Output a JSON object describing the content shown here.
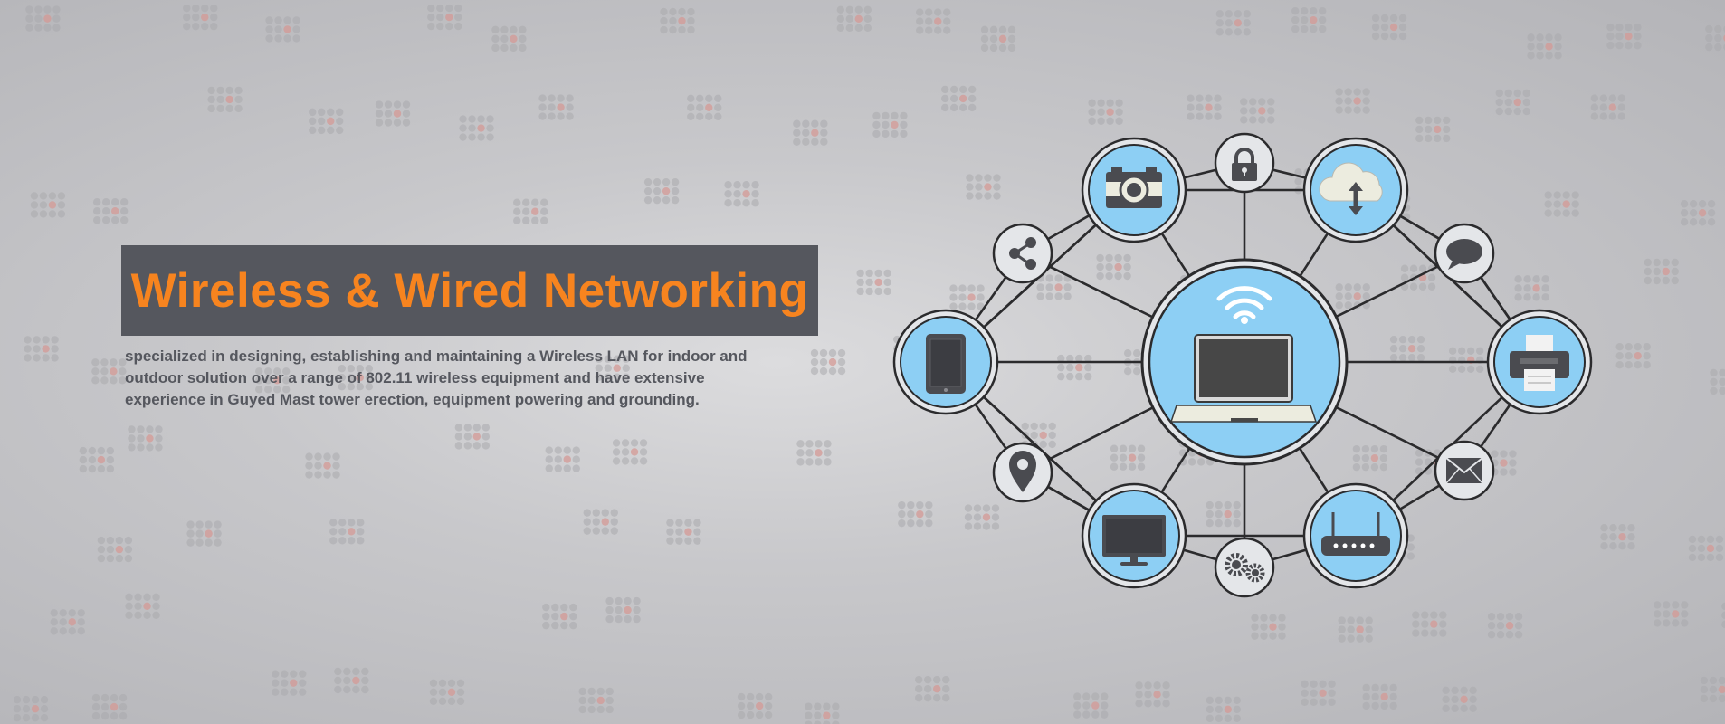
{
  "banner": {
    "title": "Wireless & Wired Networking",
    "description_lines": [
      "specialized in designing, establishing and maintaining a Wireless LAN for indoor and",
      "outdoor solution over a range of 802.11 wireless equipment and have extensive",
      "experience in Guyed Mast tower erection, equipment powering and grounding."
    ]
  },
  "colors": {
    "title": "#f7841f",
    "banner_bg": "#55575e",
    "description": "#55575e",
    "node_fill": "#8dcff4",
    "line": "#2b2b2d",
    "icon_dark": "#4a4b50"
  },
  "network": {
    "center": "laptop-wifi-icon",
    "large_nodes": [
      "camera-icon",
      "cloud-transfer-icon",
      "printer-icon",
      "router-icon",
      "monitor-icon",
      "tablet-icon"
    ],
    "small_nodes": [
      "lock-icon",
      "chat-icon",
      "mail-icon",
      "gears-icon",
      "location-pin-icon",
      "share-icon"
    ]
  }
}
